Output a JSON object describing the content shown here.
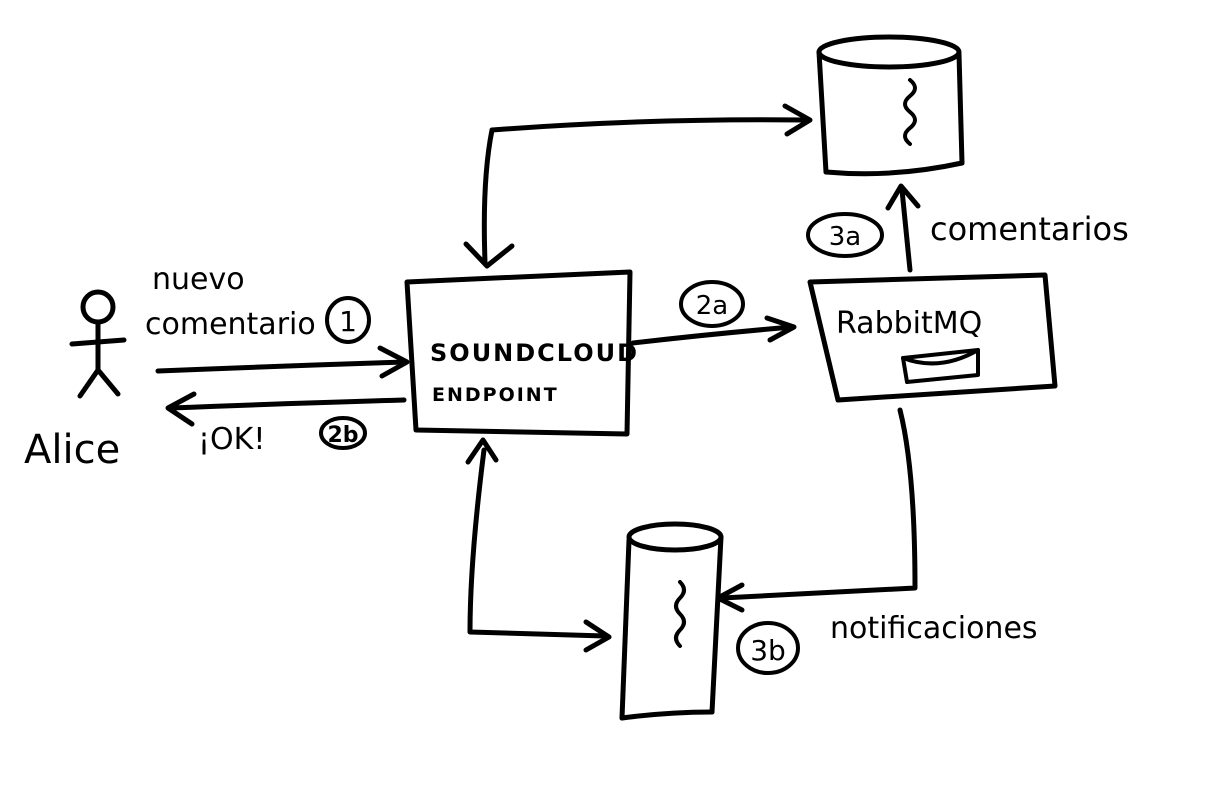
{
  "actor": {
    "name": "Alice"
  },
  "labels": {
    "new_comment_line1": "nuevo",
    "new_comment_line2": "comentario",
    "ok": "¡OK!",
    "comments": "comentarios",
    "notifications": "notificaciones"
  },
  "steps": {
    "s1": "1",
    "s2a": "2a",
    "s2b": "2b",
    "s3a": "3a",
    "s3b": "3b"
  },
  "endpoint": {
    "line1": "SOUNDCLOUD",
    "line2": "ENDPOINT"
  },
  "broker": {
    "name": "RabbitMQ"
  }
}
